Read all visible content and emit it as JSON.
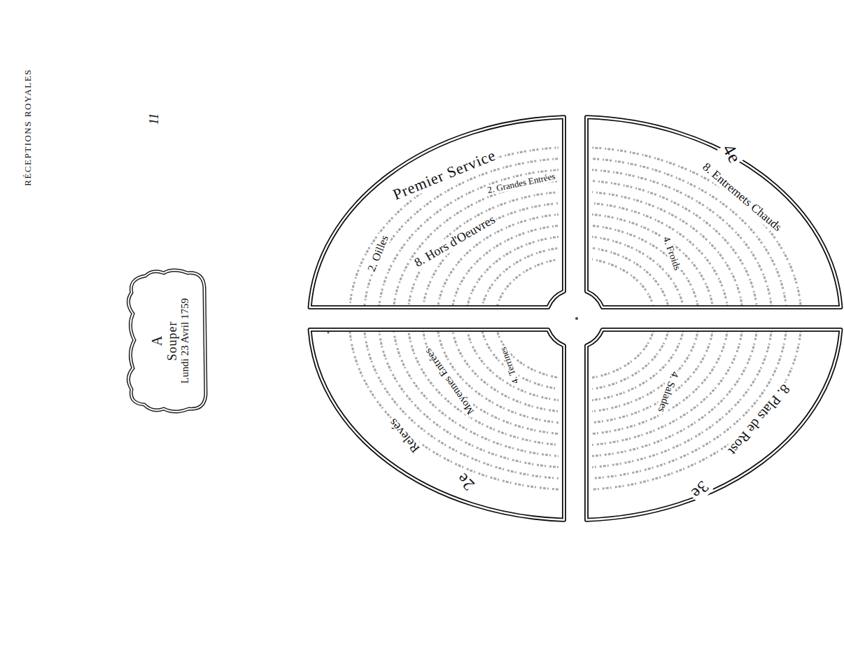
{
  "diagram": {
    "nodes": [
      {
        "text": [
          "A",
          "Souper",
          "Lundi 23 Avril 1759"
        ]
      },
      {
        "text": [
          "Premier Service",
          "2. Oilles",
          "2. Grandes Entrées",
          "8. Hors d'Oeuvres"
        ]
      },
      {
        "text": [
          "4e",
          "8. Entremets Chauds",
          "4. Froids"
        ]
      },
      {
        "text": [
          "2e",
          "Relevés",
          "Moyennes Entrées",
          "4. Terrines"
        ]
      },
      {
        "text": [
          "3e",
          "8. Plats de Rost",
          "4. Salades"
        ]
      }
    ],
    "labels": [
      "RÉCEPTIONS ROYALES",
      "11"
    ]
  }
}
